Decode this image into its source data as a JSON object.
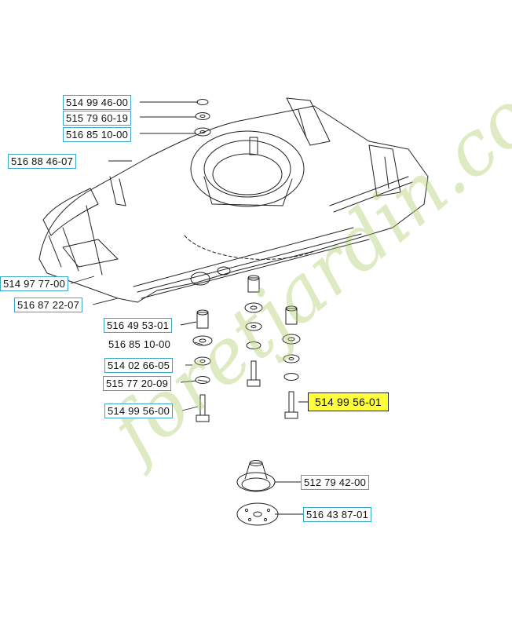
{
  "parts": [
    {
      "id": "p1",
      "number": "514 99 46-00",
      "boxed": true
    },
    {
      "id": "p2",
      "number": "515 79 60-19",
      "boxed": true
    },
    {
      "id": "p3",
      "number": "516 85 10-00",
      "boxed": true
    },
    {
      "id": "p4",
      "number": "516 88 46-07",
      "boxed": true
    },
    {
      "id": "p5",
      "number": "514 97 77-00",
      "boxed": true
    },
    {
      "id": "p6",
      "number": "516 87 22-07",
      "boxed": true
    },
    {
      "id": "p7",
      "number": "516 49 53-01",
      "boxed": true
    },
    {
      "id": "p8",
      "number": "516 85 10-00",
      "boxed": false
    },
    {
      "id": "p9",
      "number": "514 02 66-05",
      "boxed": true
    },
    {
      "id": "p10",
      "number": "515 77 20-09",
      "boxed": true
    },
    {
      "id": "p11",
      "number": "514 99 56-00",
      "boxed": true
    },
    {
      "id": "p12",
      "number": "514 99 56-01",
      "boxed": true,
      "highlighted": true
    },
    {
      "id": "p13",
      "number": "512 79 42-00",
      "boxed": true
    },
    {
      "id": "p14",
      "number": "516 43 87-01",
      "boxed": true
    }
  ],
  "watermark": "foretjardin.com",
  "colors": {
    "label_border": "#3aa6c8",
    "highlight": "#ffff3c",
    "line": "#222222",
    "watermark": "#afcd6e"
  }
}
